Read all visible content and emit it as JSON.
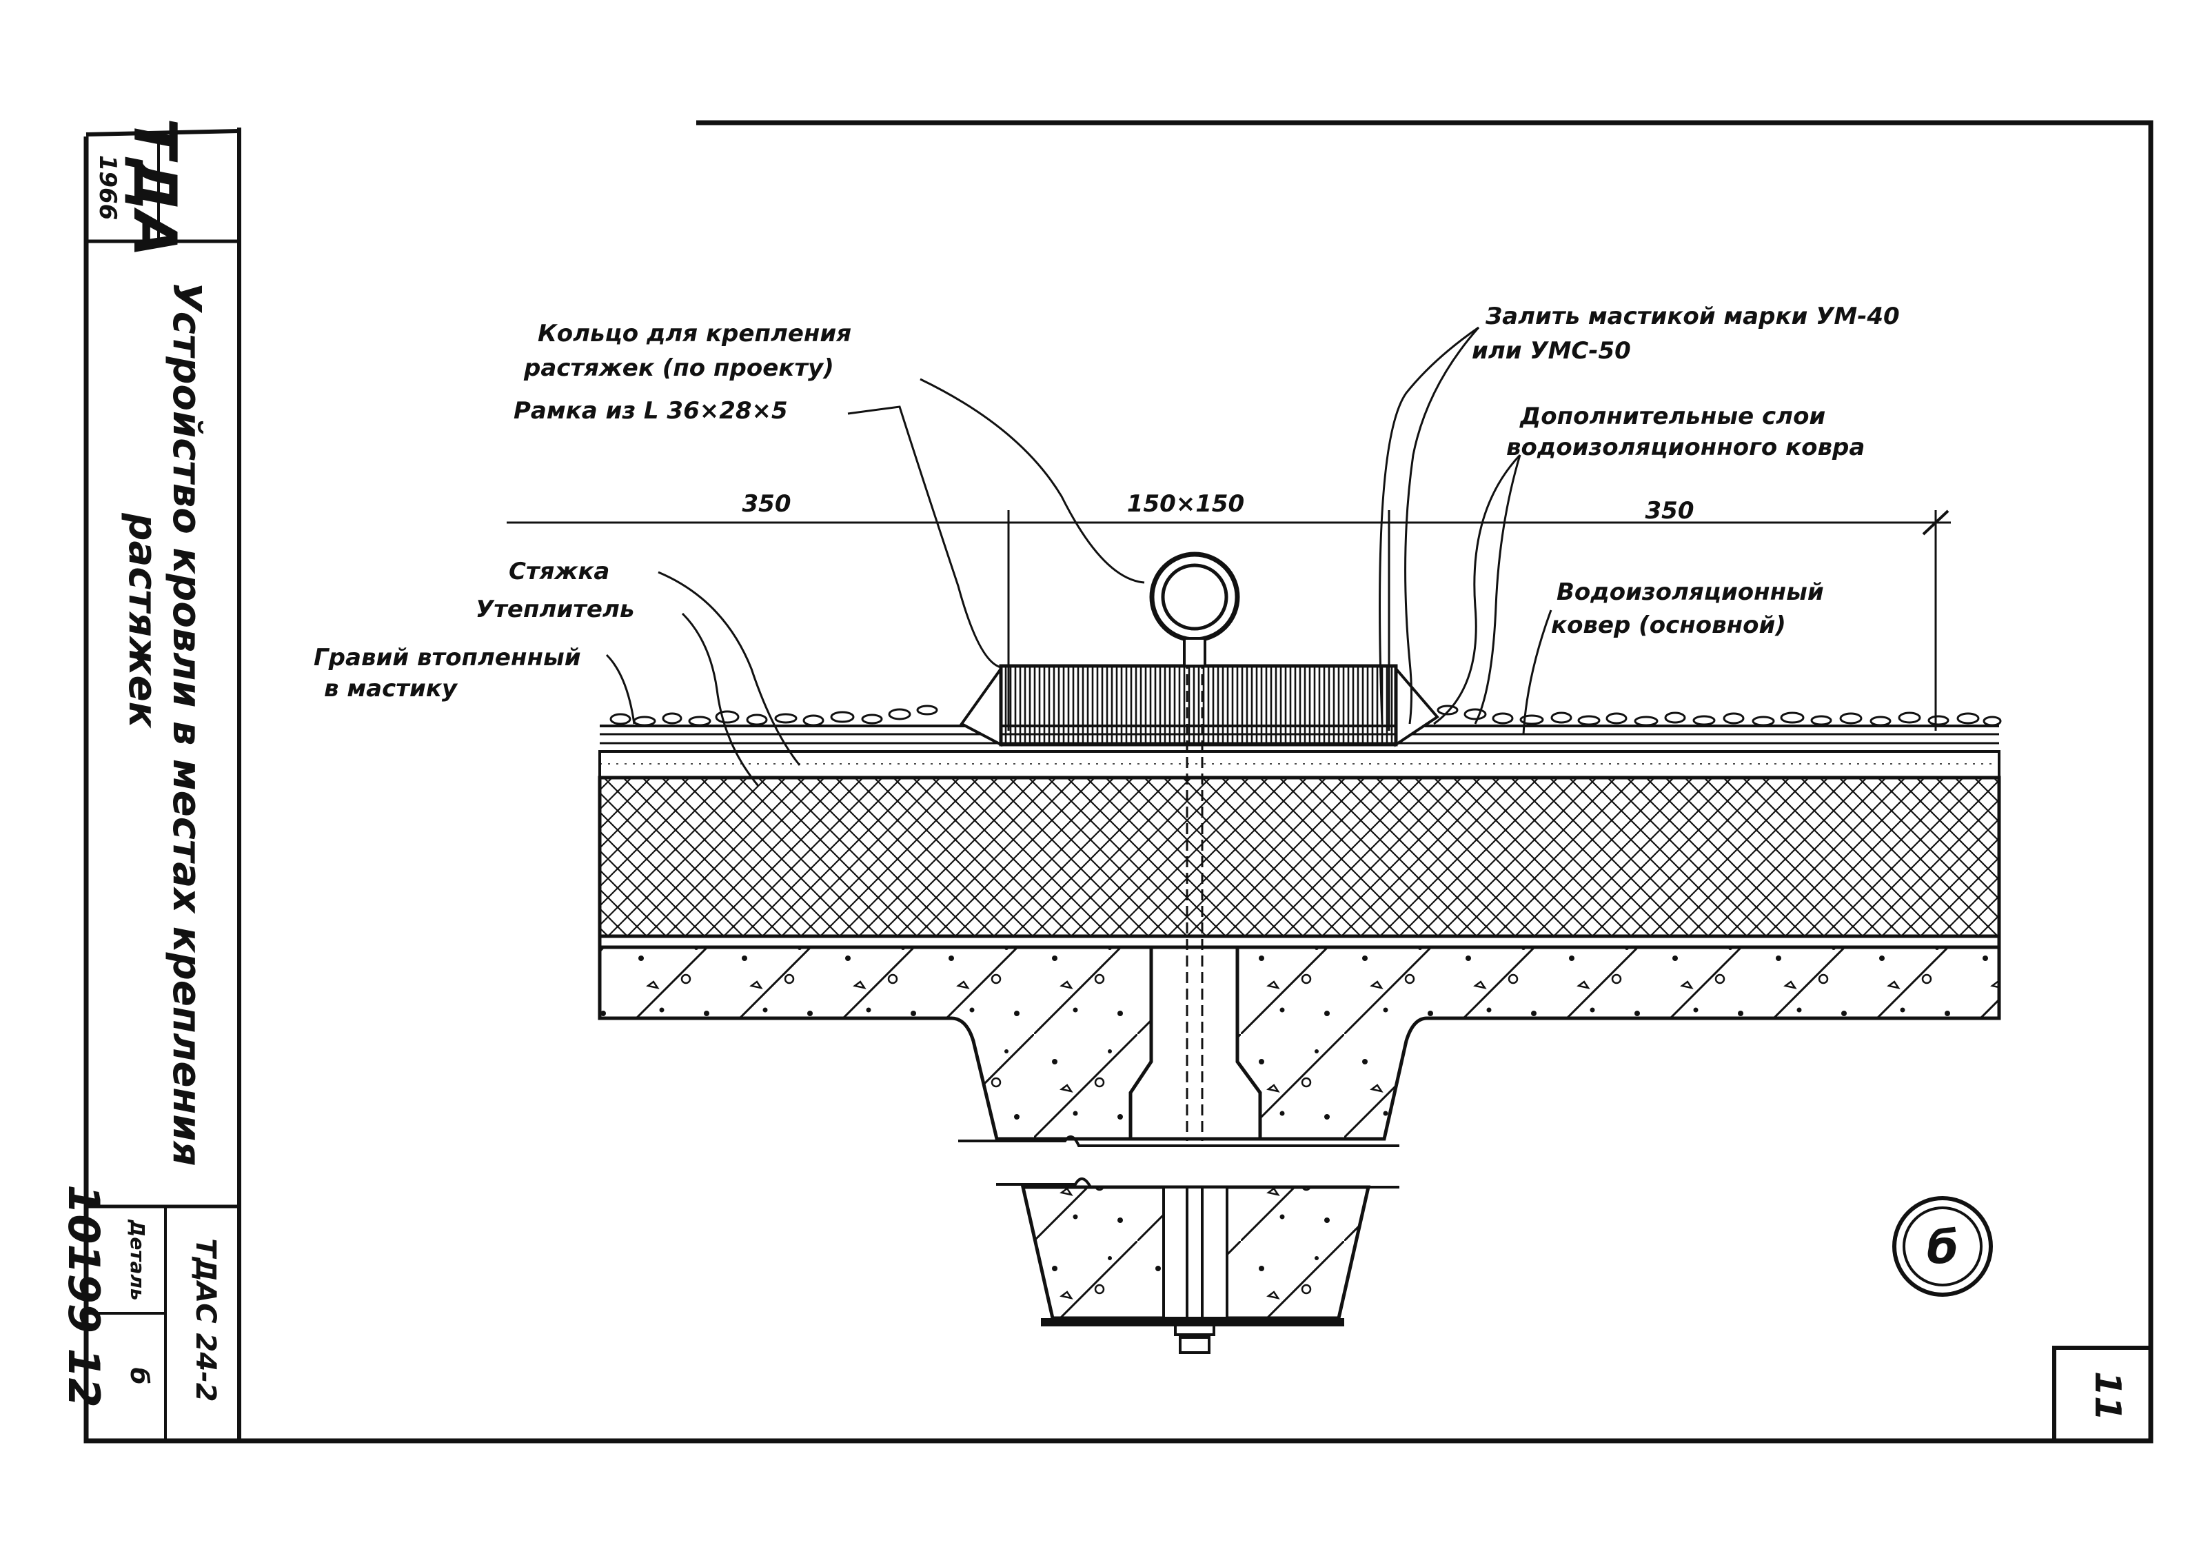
{
  "drawing": {
    "labels": {
      "ring": [
        "Кольцо для крепления",
        "растяжек (по проекту)"
      ],
      "frame": "Рамка из L 36×28×5",
      "fill": [
        "Залить мастикой марки УМ-40",
        "или УМС-50"
      ],
      "extra_layers": [
        "Дополнительные слои",
        "водоизоляционного ковра"
      ],
      "screed": "Стяжка",
      "insulation": "Утеплитель",
      "gravel": [
        "Гравий втопленный",
        "в мастику"
      ],
      "carpet": [
        "Водоизоляционный",
        "ковер (основной)"
      ]
    },
    "dimensions": {
      "left": "350",
      "center": "150×150",
      "right": "350"
    },
    "detail_mark": "б"
  },
  "title_block": {
    "logo": "ТДА",
    "year": "1966",
    "title_line1": "Устройство кровли в местах крепления",
    "title_line2": "растяжек",
    "series": "ТДАС 24-2",
    "detail_label": "Деталь",
    "detail_number": "б",
    "doc_number": "10199 12"
  },
  "sheet_number": "11"
}
